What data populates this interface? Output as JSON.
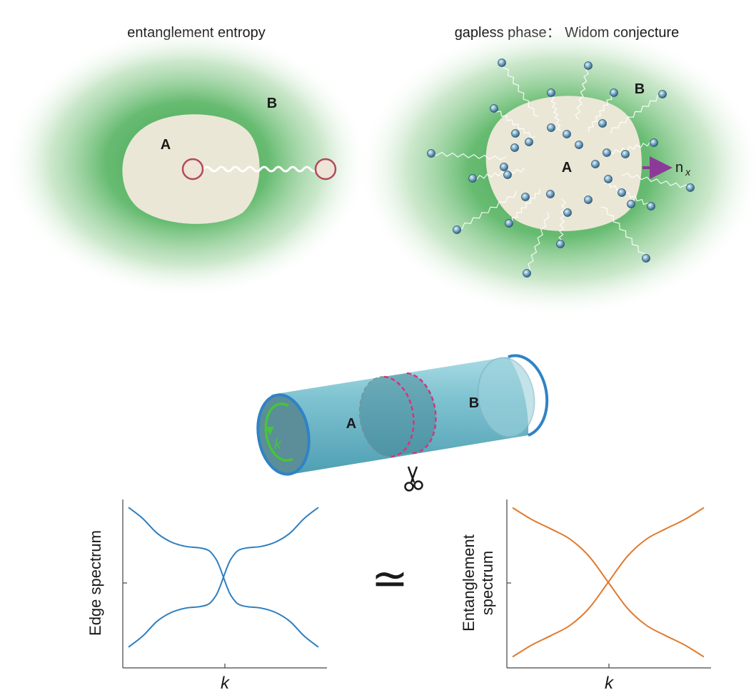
{
  "panel_entropy": {
    "title": "entanglement entropy",
    "label_a": "A",
    "label_b": "B"
  },
  "panel_widom": {
    "title": "gapless phase： Widom conjecture",
    "label_a": "A",
    "label_b": "B",
    "normal_base": "n",
    "normal_sub": "x"
  },
  "cylinder": {
    "label_a": "A",
    "label_b": "B",
    "momentum_label": "k",
    "scissors_icon": "scissors-icon"
  },
  "approx_symbol": "≃",
  "colors": {
    "green_halo": "#5fb86a",
    "region_fill": "#ebe7d6",
    "cylinder_blue": "#2f83c6",
    "cut_magenta": "#d6337d",
    "arrow_green": "#46c43a",
    "edge_curve": "#2e7fbf",
    "entanglement_curve": "#e07a2e",
    "normal_arrow": "#8c3a9a"
  },
  "chart_data": [
    {
      "type": "line",
      "name": "edge-spectrum",
      "ylabel": "Edge spectrum",
      "xlabel": "k",
      "xlim": [
        -1,
        1
      ],
      "ylim": [
        -1,
        1
      ],
      "series": [
        {
          "x": [
            -1.0,
            -0.85,
            -0.7,
            -0.55,
            -0.4,
            -0.25,
            -0.15,
            -0.08,
            -0.04,
            0.0,
            0.04,
            0.08,
            0.15,
            0.25,
            0.4,
            0.55,
            0.7,
            0.85,
            1.0
          ],
          "y": [
            -0.95,
            -0.8,
            -0.6,
            -0.48,
            -0.42,
            -0.4,
            -0.36,
            -0.25,
            -0.14,
            0.0,
            0.14,
            0.25,
            0.36,
            0.4,
            0.42,
            0.48,
            0.6,
            0.8,
            0.95
          ]
        },
        {
          "x": [
            -1.0,
            -0.85,
            -0.7,
            -0.55,
            -0.4,
            -0.25,
            -0.15,
            -0.08,
            -0.04,
            0.0,
            0.04,
            0.08,
            0.15,
            0.25,
            0.4,
            0.55,
            0.7,
            0.85,
            1.0
          ],
          "y": [
            0.95,
            0.8,
            0.6,
            0.48,
            0.42,
            0.4,
            0.36,
            0.25,
            0.14,
            0.0,
            -0.14,
            -0.25,
            -0.36,
            -0.4,
            -0.42,
            -0.48,
            -0.6,
            -0.8,
            -0.95
          ]
        }
      ]
    },
    {
      "type": "line",
      "name": "entanglement-spectrum",
      "ylabel": [
        "Entanglement",
        "spectrum"
      ],
      "xlabel": "k",
      "xlim": [
        -1,
        1
      ],
      "ylim": [
        -1,
        1
      ],
      "series": [
        {
          "x": [
            -1.0,
            -0.8,
            -0.6,
            -0.4,
            -0.2,
            0.0,
            0.2,
            0.4,
            0.6,
            0.8,
            1.0
          ],
          "y": [
            -0.95,
            -0.8,
            -0.68,
            -0.55,
            -0.33,
            0.0,
            0.33,
            0.55,
            0.68,
            0.8,
            0.95
          ]
        },
        {
          "x": [
            -1.0,
            -0.8,
            -0.6,
            -0.4,
            -0.2,
            0.0,
            0.2,
            0.4,
            0.6,
            0.8,
            1.0
          ],
          "y": [
            0.95,
            0.8,
            0.68,
            0.55,
            0.33,
            0.0,
            -0.33,
            -0.55,
            -0.68,
            -0.8,
            -0.95
          ]
        }
      ]
    }
  ]
}
